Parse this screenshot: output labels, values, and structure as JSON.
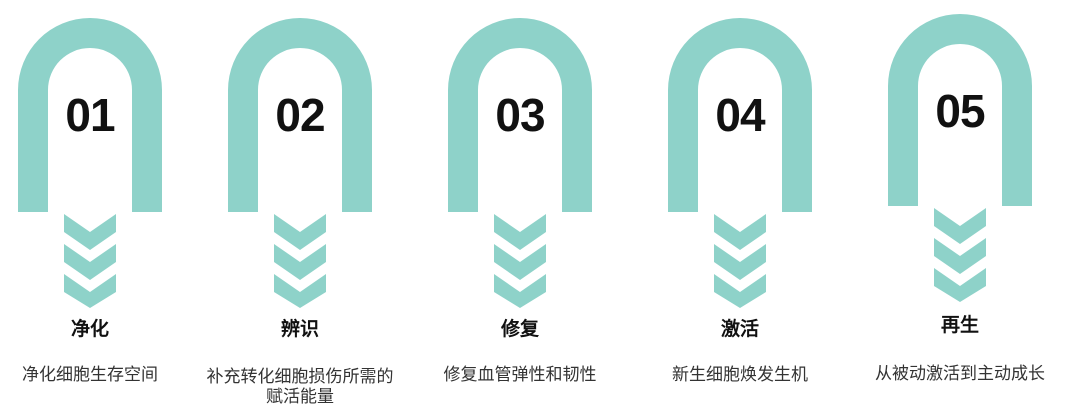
{
  "accent_color": "#8ED2C9",
  "steps": [
    {
      "number": "01",
      "title": "净化",
      "description": "净化细胞生存空间"
    },
    {
      "number": "02",
      "title": "辨识",
      "description": "补充转化细胞损伤所需的赋活能量"
    },
    {
      "number": "03",
      "title": "修复",
      "description": "修复血管弹性和韧性"
    },
    {
      "number": "04",
      "title": "激活",
      "description": "新生细胞焕发生机"
    },
    {
      "number": "05",
      "title": "再生",
      "description": "从被动激活到主动成长"
    }
  ]
}
